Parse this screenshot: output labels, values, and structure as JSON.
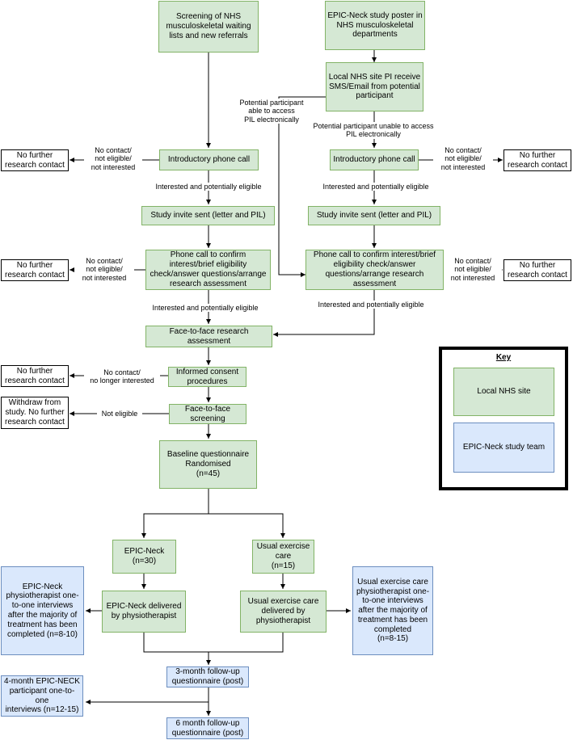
{
  "boxes": {
    "screening": "Screening of NHS\nmusculoskeletal waiting\nlists and new referrals",
    "poster": "EPIC-Neck study poster in\nNHS musculoskeletal\ndepartments",
    "local_pi": "Local NHS site PI receive\nSMS/Email from potential\nparticipant",
    "intro_left": "Introductory phone call",
    "intro_right": "Introductory phone call",
    "invite_left": "Study invite sent (letter and PIL)",
    "invite_right": "Study invite sent (letter and PIL)",
    "confirm_left": "Phone call to confirm\ninterest/brief eligibility\ncheck/answer questions/arrange\nresearch assessment",
    "confirm_right": "Phone call to confirm interest/brief\neligibility check/answer\nquestions/arrange research\nassessment",
    "f2f_assessment": "Face-to-face research\nassessment",
    "consent": "Informed consent\nprocedures",
    "f2f_screening": "Face-to-face\nscreening",
    "baseline": "Baseline questionnaire\nRandomised\n(n=45)",
    "epic_neck": "EPIC-Neck\n(n=30)",
    "usual_care": "Usual exercise\ncare\n(n=15)",
    "epic_delivered": "EPIC-Neck delivered\nby physiotherapist",
    "usual_delivered": "Usual exercise care\ndelivered by\nphysiotherapist",
    "epic_interviews": "EPIC-Neck\nphysiotherapist one-\nto-one interviews\nafter the majority of\ntreatment has been\ncompleted (n=8-10)",
    "usual_interviews": "Usual exercise care\nphysiotherapist one-\nto-one interviews\nafter the majority of\ntreatment has been\ncompleted\n(n=8-15)",
    "followup_3m": "3-month follow-up\nquestionnaire (post)",
    "participant_interviews": "4-month EPIC-NECK\nparticipant one-to-one\ninterviews (n=12-15)",
    "followup_6m": "6 month follow-up\nquestionnaire (post)",
    "no_further_1": "No further\nresearch contact",
    "no_further_2": "No further\nresearch contact",
    "no_further_3": "No further\nresearch contact",
    "no_further_4": "No further\nresearch contact",
    "no_further_5": "No further\nresearch contact",
    "withdraw": "Withdraw from\nstudy. No further\nresearch contact"
  },
  "labels": {
    "no_contact_1": "No contact/\nnot eligible/\nnot interested",
    "no_contact_2": "No contact/\nnot eligible/\nnot interested",
    "no_contact_3": "No contact/\nnot eligible/\nnot interested",
    "no_contact_4": "No contact/\nnot eligible/\nnot interested",
    "no_longer": "No contact/\nno longer interested",
    "not_eligible": "Not eligible",
    "interested_1": "Interested and potentially eligible",
    "interested_2": "Interested and potentially eligible",
    "interested_3": "Interested and potentially eligible",
    "interested_4": "Interested and potentially eligible",
    "able_access": "Potential participant\nable to access\nPIL electronically",
    "unable_access": "Potential participant unable to access\nPIL electronically"
  },
  "key": {
    "title": "Key",
    "local_site": "Local NHS site",
    "study_team": "EPIC-Neck study team"
  },
  "colors": {
    "local_site_fill": "#d5e8d4",
    "local_site_border": "#82b366",
    "study_team_fill": "#dae8fc",
    "study_team_border": "#6c8ebf"
  }
}
